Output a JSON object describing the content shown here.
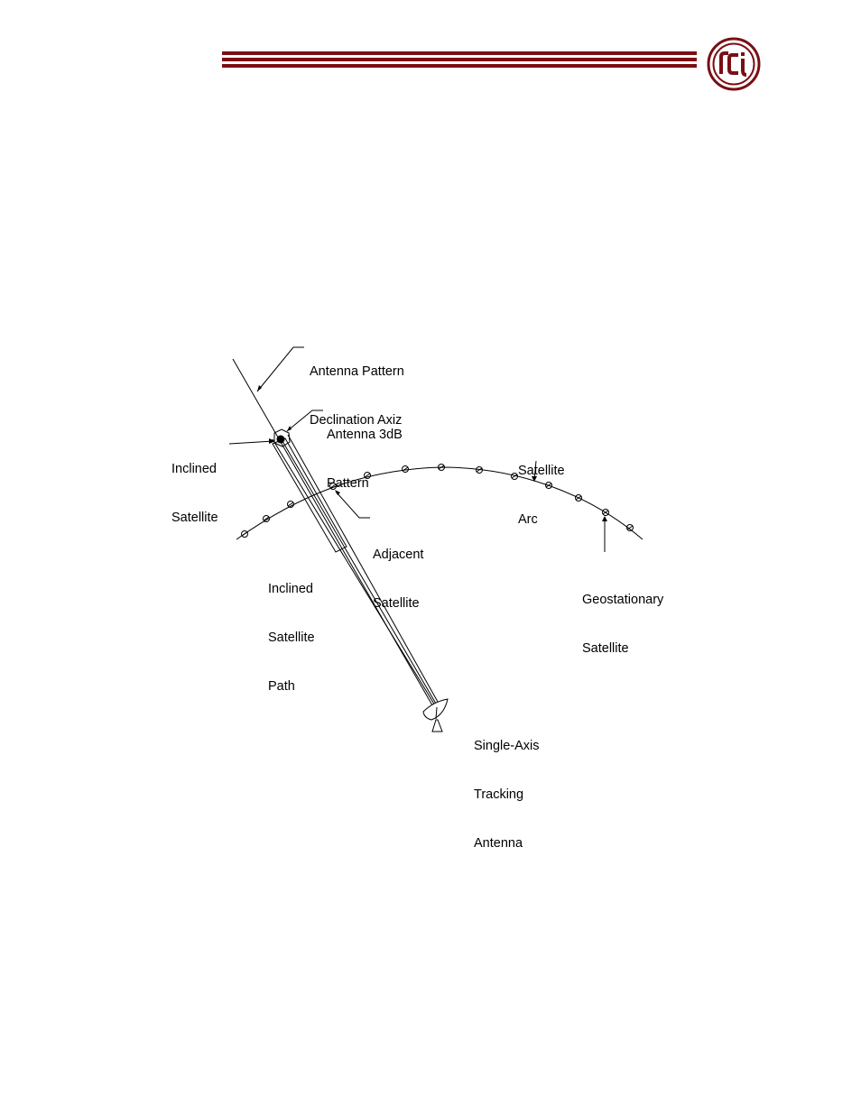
{
  "header": {
    "brand_color": "#7a0f14",
    "logo": {
      "text": "rci",
      "icon": "company-logo-seal"
    }
  },
  "diagram": {
    "labels": {
      "antenna_pattern_axis": [
        "Antenna Pattern",
        "Declination Axiz"
      ],
      "antenna_3db_pattern": [
        "Antenna 3dB",
        "Pattern"
      ],
      "inclined_satellite": [
        "Inclined",
        "Satellite"
      ],
      "satellite_arc": [
        "Satellite",
        "Arc"
      ],
      "adjacent_satellite": [
        "Adjacent",
        "Satellite"
      ],
      "inclined_satellite_path": [
        "Inclined",
        "Satellite",
        "Path"
      ],
      "geostationary_satellite": [
        "Geostationary",
        "Satellite"
      ],
      "tracking_antenna": [
        "Single-Axis",
        "Tracking",
        "Antenna"
      ]
    },
    "icons": {
      "dish": "satellite-dish-icon",
      "satellite": "satellite-marker-icon"
    }
  }
}
